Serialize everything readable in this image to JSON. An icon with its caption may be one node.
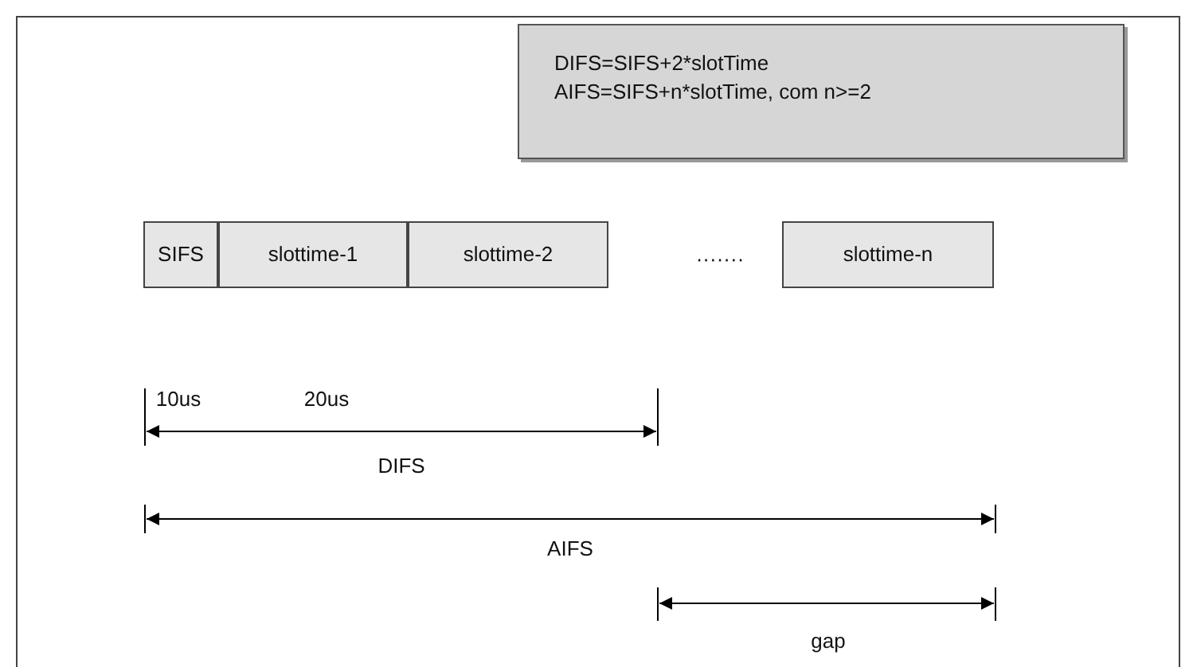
{
  "diagram": {
    "nodes": [
      {
        "text": [
          "DIFS=SIFS+2*slotTime",
          "AIFS=SIFS+n*slotTime, com n>=2"
        ]
      },
      {
        "text": [
          "SIFS"
        ]
      },
      {
        "text": [
          "slottime-1"
        ]
      },
      {
        "text": [
          "slottime-2"
        ]
      },
      {
        "text": [
          "slottime-n"
        ]
      }
    ],
    "edges": [],
    "labels": [
      "·······",
      "10us",
      "20us",
      "DIFS",
      "AIFS",
      "gap"
    ]
  }
}
